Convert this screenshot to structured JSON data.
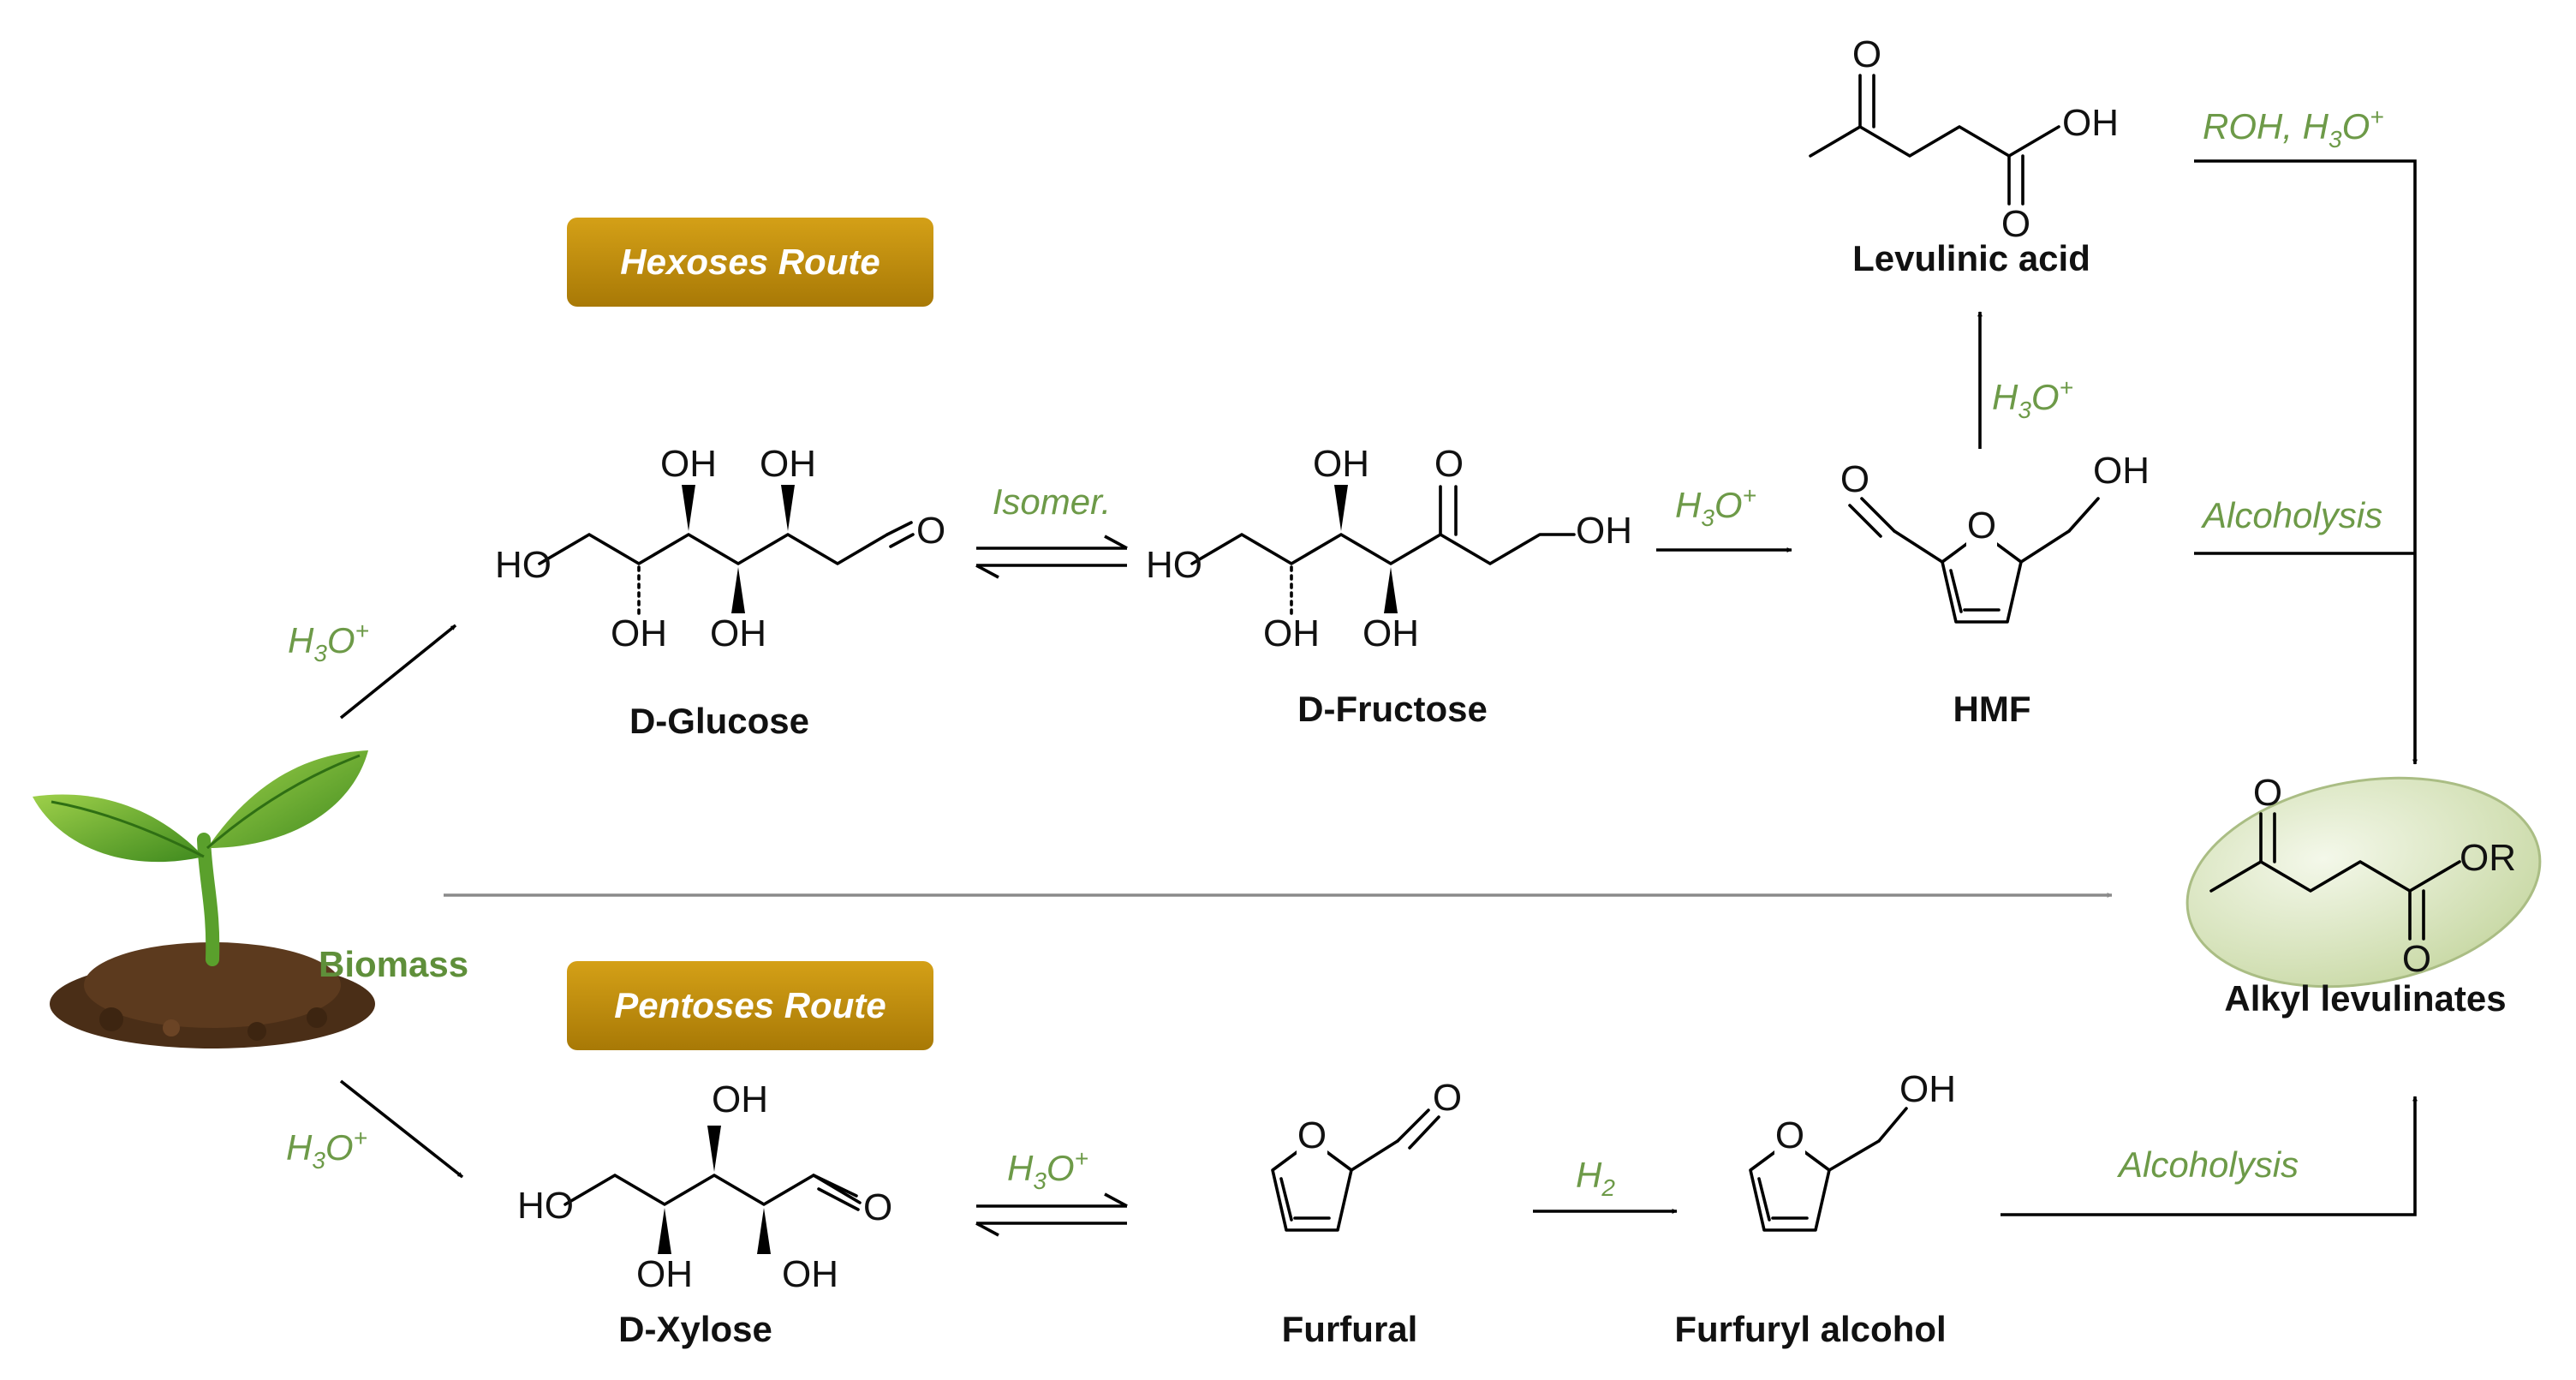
{
  "routes": {
    "hexoses": "Hexoses Route",
    "pentoses": "Pentoses Route"
  },
  "biomass": {
    "label": "Biomass"
  },
  "compounds": {
    "glucose": "D-Glucose",
    "fructose": "D-Fructose",
    "hmf": "HMF",
    "levulinic": "Levulinic acid",
    "xylose": "D-Xylose",
    "furfural": "Furfural",
    "furfuryl": "Furfuryl alcohol",
    "alkyl": "Alkyl levulinates"
  },
  "conditions": {
    "acid": "H3O+",
    "acid_base": "H",
    "acid_sub": "3",
    "acid_tail": "O",
    "acid_sup": "+",
    "isomer": "Isomer.",
    "rohacid": "ROH, H3O+",
    "roh_prefix": "ROH, H",
    "hydrogen_base": "H",
    "hydrogen_sub": "2",
    "alcoholysis": "Alcoholysis"
  },
  "atoms": {
    "oh": "OH",
    "ho": "HO",
    "o": "O",
    "or": "OR"
  },
  "colors": {
    "route_badge": "#b8860b",
    "condition_text": "#6d9a48",
    "biomass_label": "#5f8f3a",
    "direct_arrow": "#8a8a8a",
    "product_ellipse": "#dfe9c8"
  }
}
